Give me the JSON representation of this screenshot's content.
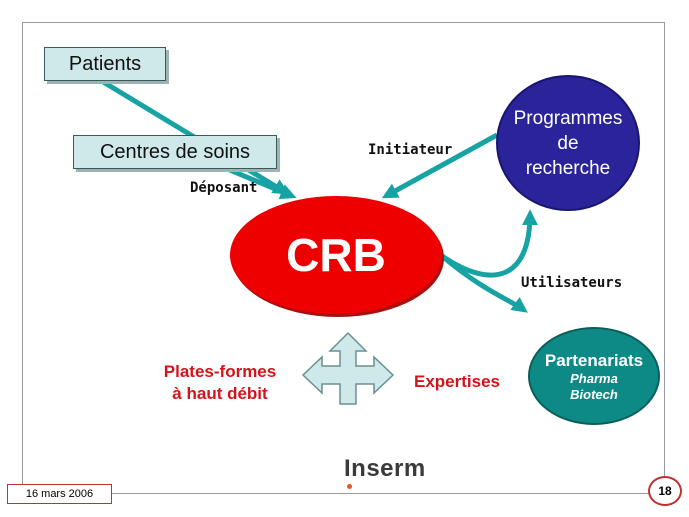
{
  "nodes": {
    "patients": "Patients",
    "centres": "Centres de soins",
    "crb": "CRB",
    "programmes": [
      "Programmes",
      "de",
      "recherche"
    ],
    "partenariats": {
      "title": "Partenariats",
      "lines": [
        "Pharma",
        "Biotech"
      ]
    }
  },
  "edge_labels": {
    "deposant": "Déposant",
    "initiateur": "Initiateur",
    "utilisateurs": "Utilisateurs"
  },
  "bottom": {
    "plates": [
      "Plates-formes",
      "à haut débit"
    ],
    "expertises": "Expertises"
  },
  "footer": {
    "logo": "Inserm",
    "date": "16 mars 2006",
    "page": "18"
  },
  "colors": {
    "teal": "#17a3a3",
    "crb": "#ee0000",
    "programmes": "#2a239a",
    "partenariats": "#0e8a86",
    "accent_text": "#d4141a"
  }
}
